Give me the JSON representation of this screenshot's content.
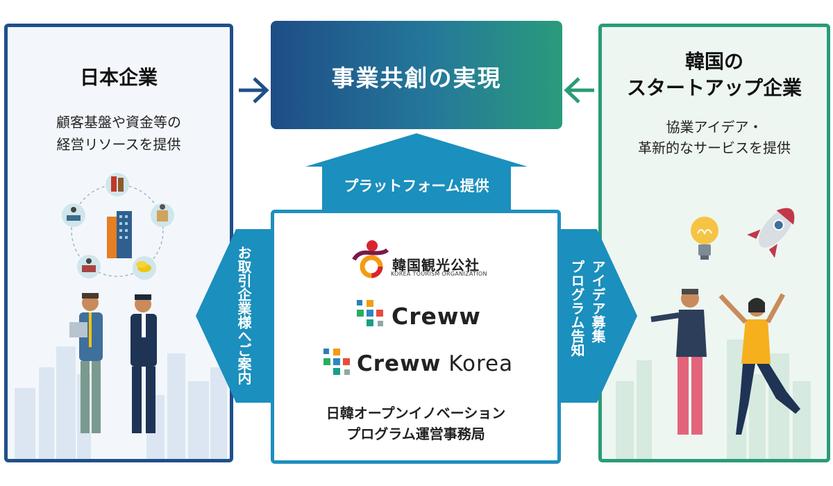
{
  "center_top": {
    "title": "事業共創の実現"
  },
  "left_panel": {
    "title": "日本企業",
    "desc_lines": [
      "顧客基盤や資金等の",
      "経営リソースを提供"
    ]
  },
  "right_panel": {
    "title_lines": [
      "韓国の",
      "スタートアップ企業"
    ],
    "desc_lines": [
      "協業アイデア・",
      "革新的なサービスを提供"
    ]
  },
  "platform": {
    "label": "プラットフォーム提供"
  },
  "left_arrow": {
    "label": "お取引企業様へご案内"
  },
  "right_arrow": {
    "label_lines": [
      "アイデア募集",
      "プログラム告知"
    ]
  },
  "logos": {
    "kto_name": "韓国観光公社",
    "kto_sub": "KOREA TOURISM ORGANIZATION",
    "creww": "Creww",
    "creww_korea_1": "Creww",
    "creww_korea_2": "Korea"
  },
  "center_bottom": {
    "lines": [
      "日韓オープンイノベーション",
      "プログラム運営事務局"
    ]
  },
  "colors": {
    "navy": "#1f4f8a",
    "green": "#2a9b77",
    "teal": "#1f8fbe",
    "arrow_blue": "#1b8fbd"
  },
  "icons": [
    "chevron-right-icon",
    "chevron-left-icon",
    "building-icon",
    "office-worker-icon",
    "coins-icon",
    "documents-icon",
    "meeting-icon",
    "lightbulb-icon",
    "rocket-icon",
    "businessman-icon",
    "startup-person-icon",
    "city-skyline-icon",
    "kto-logo-icon",
    "creww-logo-icon"
  ]
}
